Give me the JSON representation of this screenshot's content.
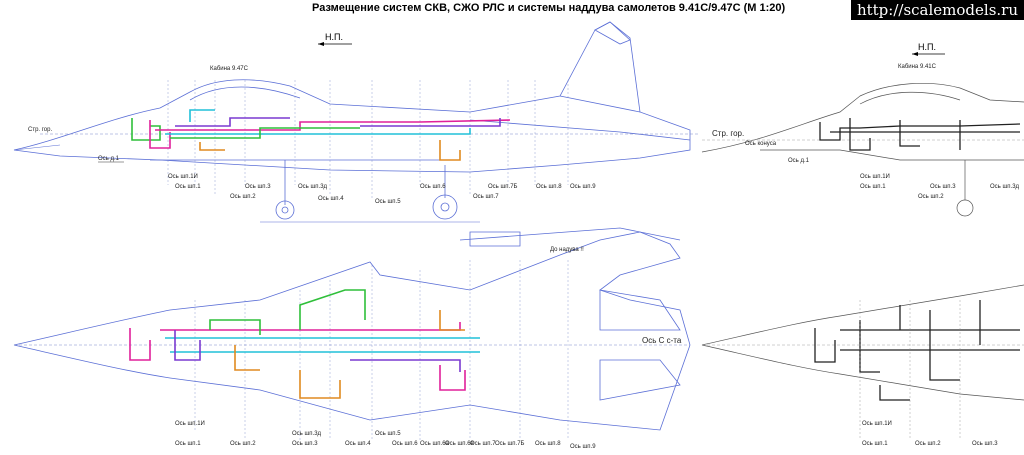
{
  "title": "Размещение систем СКВ, СЖО РЛС и системы наддува самолетов 9.41С/9.47С   (М 1:20)",
  "watermark": "http://scalemodels.ru",
  "left_side": {
    "np_label": "Н.П.",
    "cabin_label": "Кабина 9.47С",
    "str_gor": "Стр. гор.",
    "os_d1": "Ось д.1",
    "frames": [
      "Ось шп.1И",
      "Ось шп.1",
      "Ось шп.2",
      "Ось шп.3",
      "Ось шп.3д",
      "Ось шп.4",
      "Ось шп.5",
      "Ось шп.6",
      "Ось шп.7",
      "Ось шп.7Б",
      "Ось шп.8",
      "Ось шп.9"
    ]
  },
  "right_side": {
    "np_label": "Н.П.",
    "cabin_label": "Кабина 9.41С",
    "str_gor": "Стр. гор.",
    "os_konusa": "Ось конуса",
    "os_d1": "Ось д.1",
    "frames": [
      "Ось шп.1И",
      "Ось шп.1",
      "Ось шп.2",
      "Ось шп.3",
      "Ось шп.3д"
    ]
  },
  "left_plan": {
    "os_c": "Ось С  с-та",
    "to_kil": "До надува !!",
    "frames": [
      "Ось шп.1И",
      "Ось шп.1",
      "Ось шп.2",
      "Ось шп.3",
      "Ось шп.3д",
      "Ось шп.4",
      "Ось шп.5",
      "Ось шп.6",
      "Ось шп.6а",
      "Ось шп.6в",
      "Ось шп.7",
      "Ось шп.7Б",
      "Ось шп.8",
      "Ось шп.9"
    ]
  },
  "right_plan": {
    "frames": [
      "Ось шп.1И",
      "Ось шп.1",
      "Ось шп.2",
      "Ось шп.3"
    ]
  },
  "colors": {
    "outline": "#5b6fd6",
    "pipe_magenta": "#e0209a",
    "pipe_green": "#2fbf3a",
    "pipe_cyan": "#20c0d8",
    "pipe_orange": "#e08a20",
    "pipe_purple": "#7a3ad0"
  }
}
